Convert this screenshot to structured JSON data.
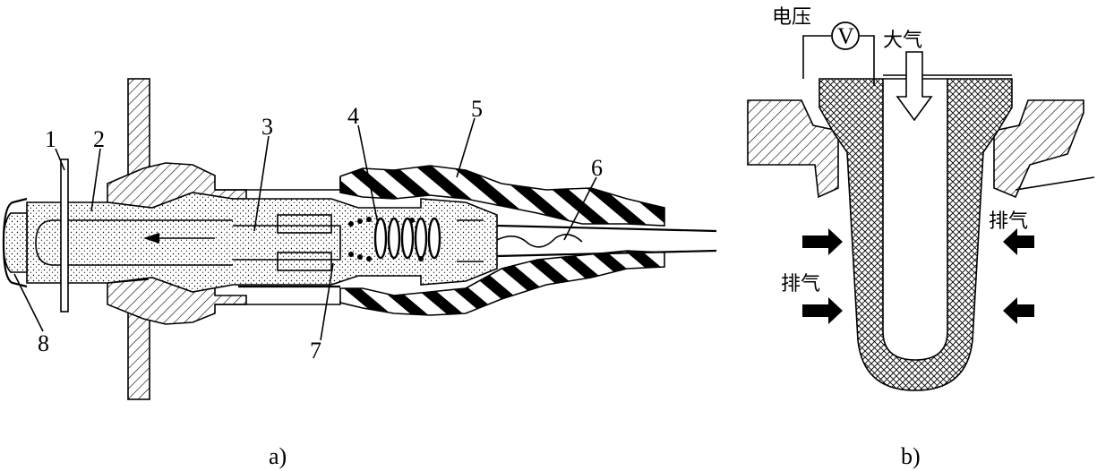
{
  "figure_a": {
    "caption": "a)",
    "labels": [
      "1",
      "2",
      "3",
      "4",
      "5",
      "6",
      "7",
      "8"
    ]
  },
  "figure_b": {
    "caption": "b)",
    "voltage_label": "电压",
    "meter_symbol": "V",
    "atmosphere_label": "大气",
    "exhaust_label_right": "排气",
    "exhaust_label_left": "排气"
  }
}
